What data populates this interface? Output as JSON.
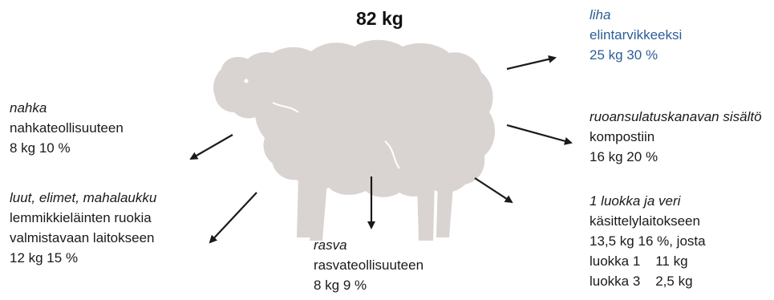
{
  "total": "82 kg",
  "colors": {
    "sheep": "#d9d4d1",
    "arrow": "#1a1a1a",
    "meat_text": "#2e5d99"
  },
  "outputs": {
    "meat": {
      "title": "liha",
      "destination": "elintarvikkeeksi",
      "amount": "25 kg  30 %"
    },
    "rumen": {
      "title": "ruoansulatuskanavan sisältö",
      "destination": "kompostiin",
      "amount": "16 kg  20 %"
    },
    "cat1": {
      "title": "1 luokka ja veri",
      "destination": "käsittelylaitokseen",
      "amount": "13,5 kg  16 %, josta",
      "breakdown": [
        "luokka 1    11 kg",
        "luokka 3    2,5 kg"
      ]
    },
    "skin": {
      "title": "nahka",
      "destination": "nahkateollisuuteen",
      "amount": "8 kg 10 %"
    },
    "bones": {
      "title": "luut, elimet, mahalaukku",
      "destination_line1": "lemmikkieläinten ruokia",
      "destination_line2": "valmistavaan laitokseen",
      "amount": "12 kg 15 %"
    },
    "fat": {
      "title": "rasva",
      "destination": "rasvateollisuuteen",
      "amount": "8 kg  9 %"
    }
  }
}
